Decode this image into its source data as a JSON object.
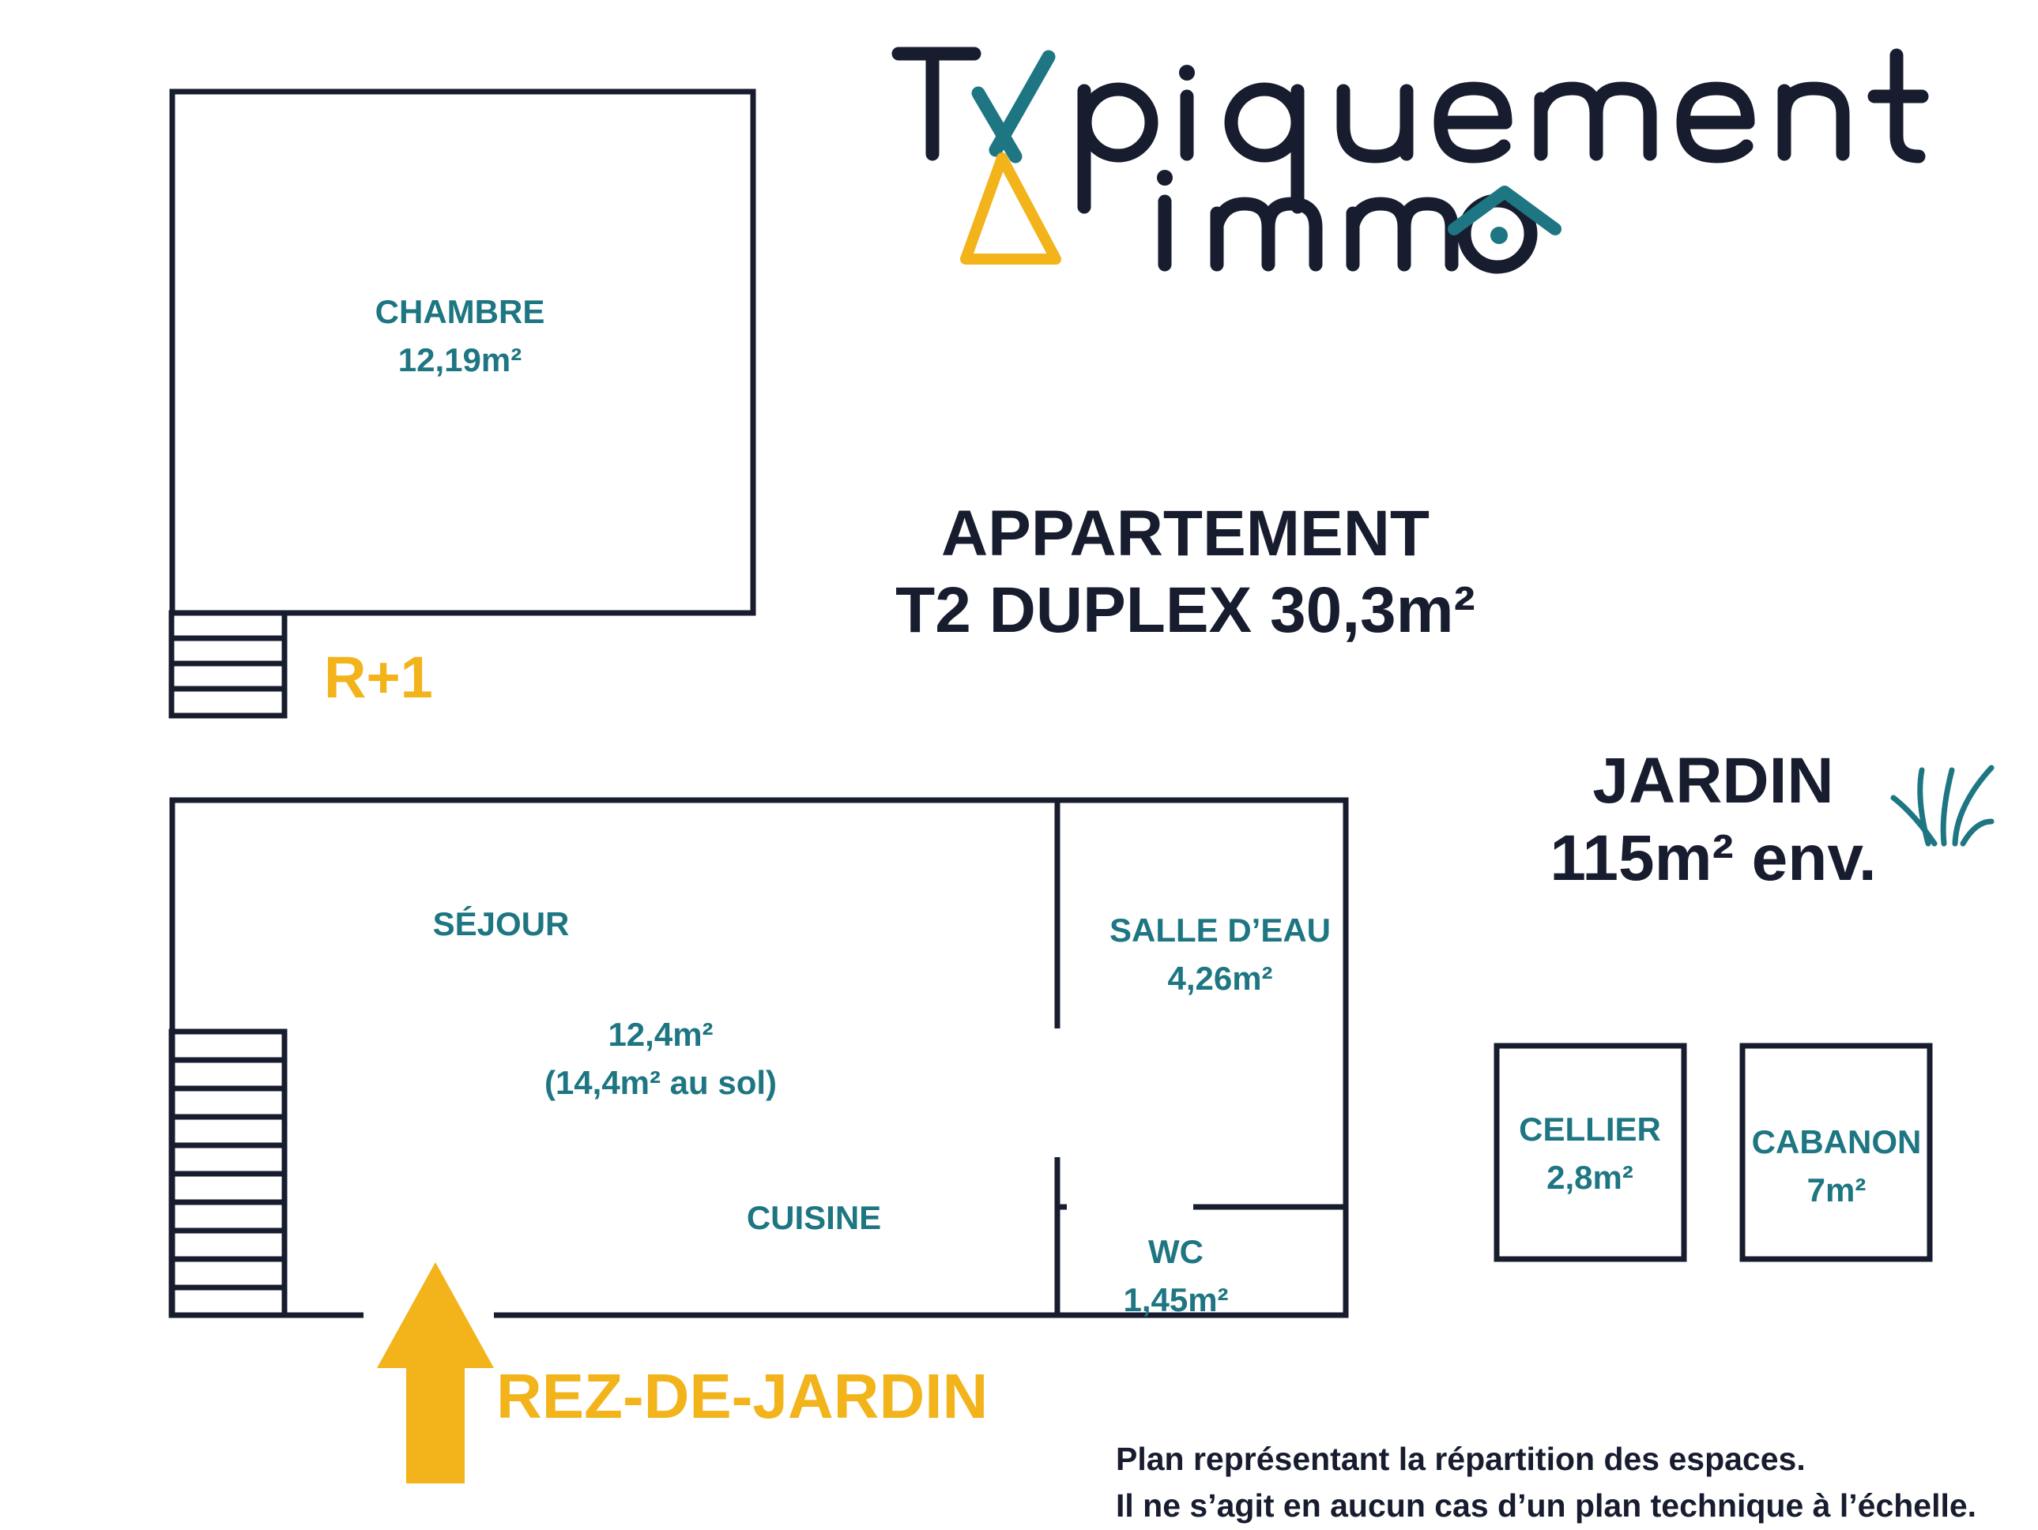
{
  "logo": {
    "text_top": "Typiquement",
    "text_bottom": "immo"
  },
  "title": {
    "line1": "APPARTEMENT",
    "line2": "T2 DUPLEX 30,3m²"
  },
  "levels": {
    "upper": "R+1",
    "ground": "REZ-DE-JARDIN"
  },
  "rooms": {
    "chambre": {
      "name": "CHAMBRE",
      "area": "12,19m²"
    },
    "sejour": {
      "name": "SÉJOUR",
      "area": "12,4m²",
      "note": "(14,4m² au sol)"
    },
    "cuisine": {
      "name": "CUISINE"
    },
    "salle_deau": {
      "name": "SALLE D’EAU",
      "area": "4,26m²"
    },
    "wc": {
      "name": "WC",
      "area": "1,45m²"
    },
    "cellier": {
      "name": "CELLIER",
      "area": "2,8m²"
    },
    "cabanon": {
      "name": "CABANON",
      "area": "7m²"
    }
  },
  "garden": {
    "name": "JARDIN",
    "area": "115m² env."
  },
  "disclaimer": {
    "line1": "Plan représentant la répartition des espaces.",
    "line2": "Il ne s’agit en aucun cas d’un plan technique à l’échelle."
  },
  "colors": {
    "navy": "#171c2e",
    "teal": "#1d7682",
    "yellow": "#f2b31b"
  },
  "icons": [
    "grass-icon",
    "house-icon",
    "entrance-arrow-icon"
  ]
}
